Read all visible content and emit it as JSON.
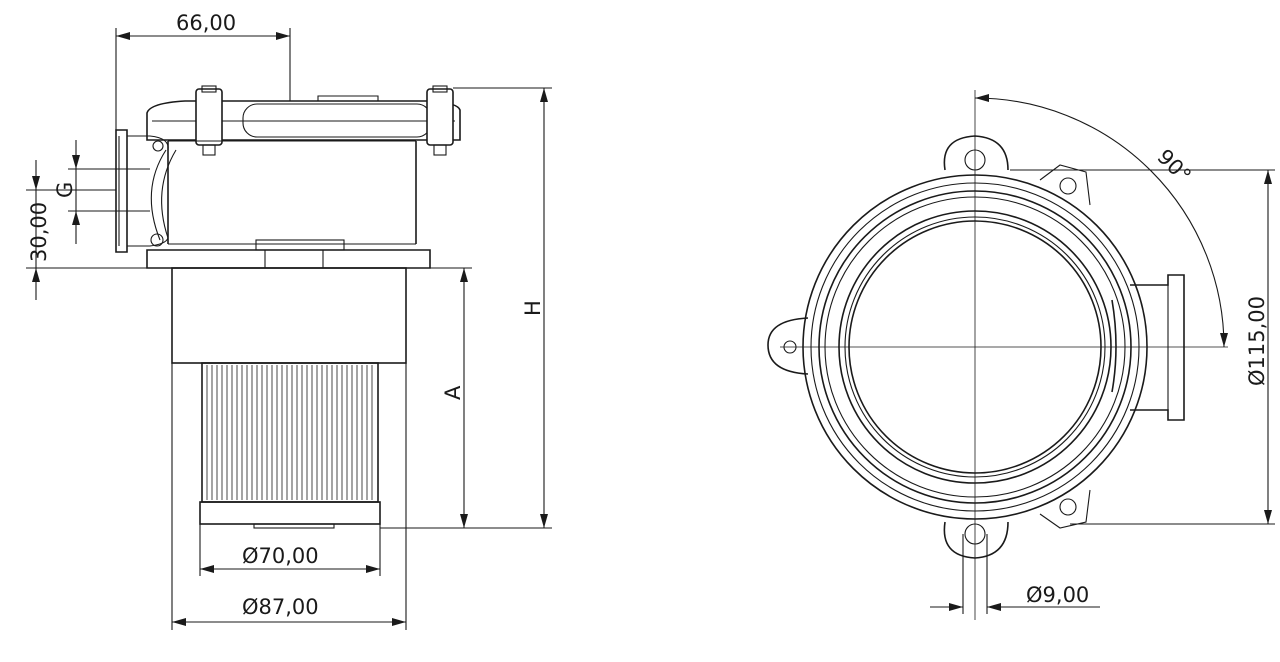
{
  "dimensions": {
    "top_width": "66,00",
    "flange_offset": "30,00",
    "thread": "G",
    "total_height": "H",
    "element_height": "A",
    "element_diameter": "Ø70,00",
    "body_diameter": "Ø87,00",
    "hole_diameter": "Ø9,00",
    "flange_diameter": "Ø115,00",
    "angle": "90°"
  }
}
